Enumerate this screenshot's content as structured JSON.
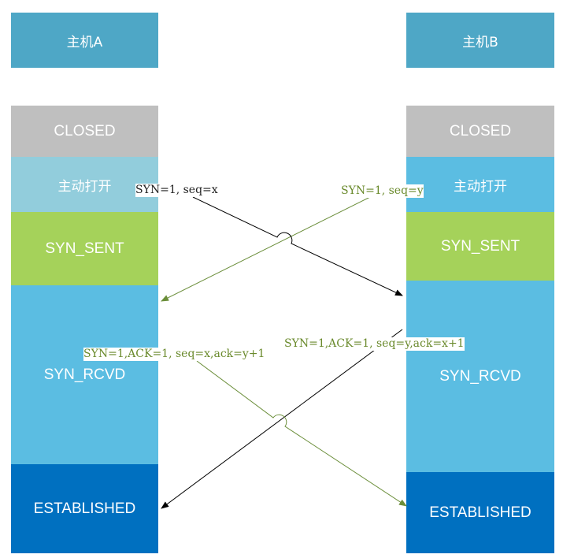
{
  "hosts": {
    "a": "主机A",
    "b": "主机B"
  },
  "colors": {
    "host": "#4ea7c6",
    "closed": "#bfbfbf",
    "active_open_a": "#92cddc",
    "active_open_b": "#5bbde2",
    "syn_sent": "#a5d25a",
    "syn_rcvd": "#5bbde2",
    "established": "#0070c0",
    "arrow_black": "#000000",
    "arrow_green": "#6b8e3a"
  },
  "host_a_states": {
    "closed": "CLOSED",
    "active_open": "主动打开",
    "syn_sent": "SYN_SENT",
    "syn_rcvd": "SYN_RCVD",
    "established": "ESTABLISHED"
  },
  "host_b_states": {
    "closed": "CLOSED",
    "active_open": "主动打开",
    "syn_sent": "SYN_SENT",
    "syn_rcvd": "SYN_RCVD",
    "established": "ESTABLISHED"
  },
  "messages": {
    "a_syn": "SYN=1, seq=x",
    "b_syn": "SYN=1, seq=y",
    "a_synack": "SYN=1,ACK=1, seq=x,ack=y+1",
    "b_synack": "SYN=1,ACK=1, seq=y,ack=x+1"
  }
}
